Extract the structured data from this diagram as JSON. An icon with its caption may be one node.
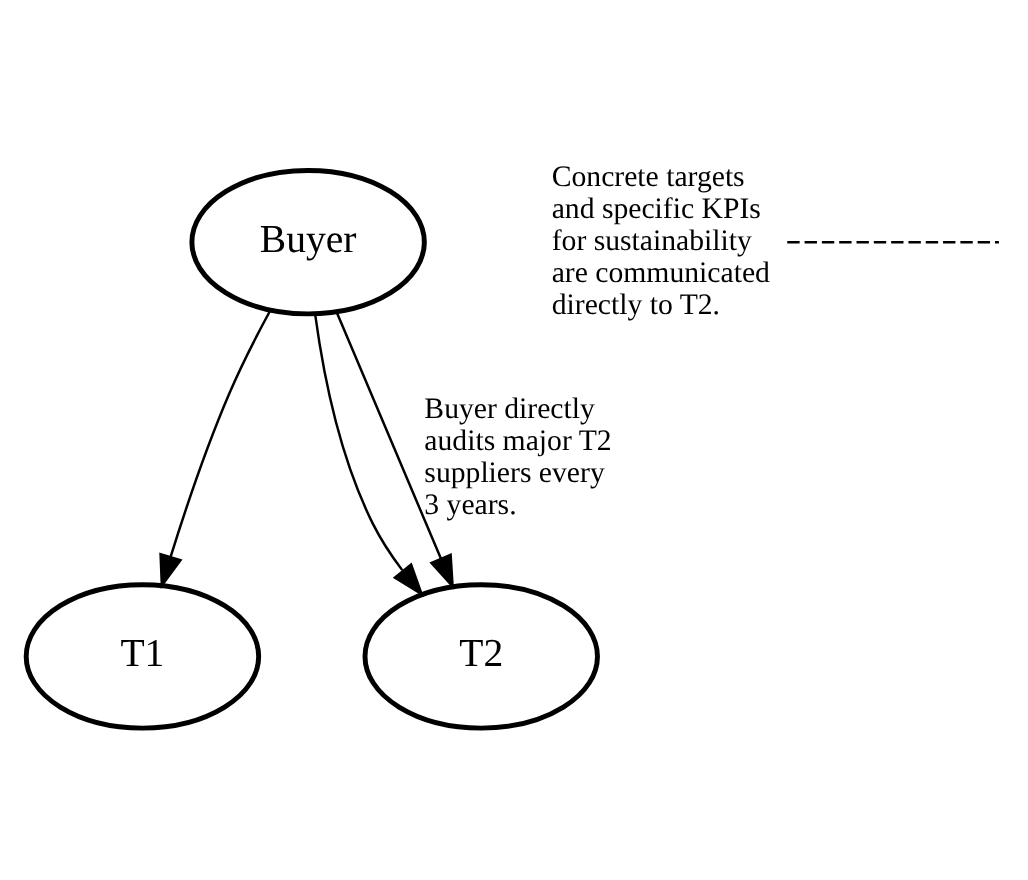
{
  "diagram": {
    "nodes": [
      {
        "text": [
          "Buyer"
        ]
      },
      {
        "text": [
          "T1"
        ]
      },
      {
        "text": [
          "T2"
        ]
      },
      {
        "text": [
          "Concrete targets and specific KPIs for sustainability are communicated directly to T2."
        ]
      }
    ],
    "edges": [
      {
        "from": 0,
        "to": 1,
        "arrow": "to"
      },
      {
        "from": 0,
        "to": 2,
        "arrow": "to"
      },
      {
        "from": 0,
        "to": 2,
        "arrow": "to",
        "label": "Buyer directly audits major T2 suppliers every 3 years."
      },
      {
        "from": 3,
        "to": null,
        "arrow": "none",
        "style": "dashed"
      }
    ]
  }
}
